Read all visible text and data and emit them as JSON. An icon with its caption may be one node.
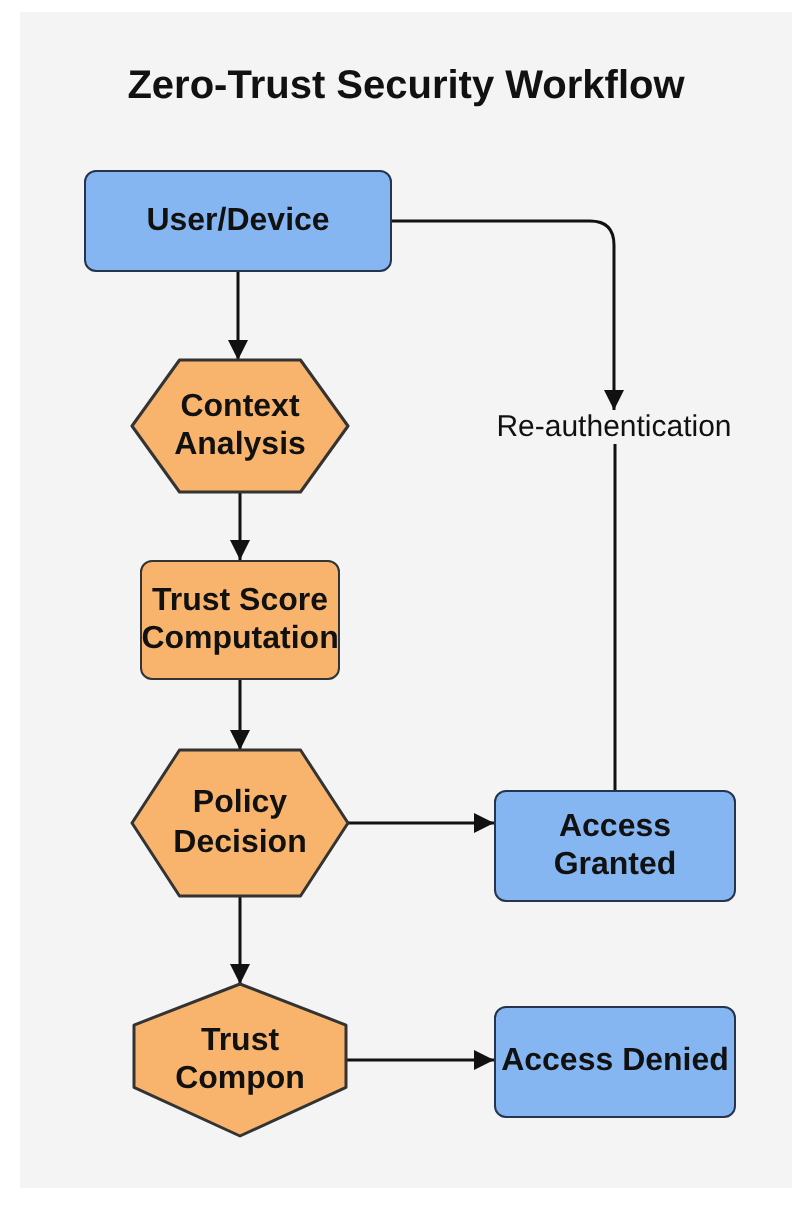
{
  "diagram": {
    "title": "Zero-Trust Security Workflow",
    "nodes": [
      {
        "text": [
          "User/Device"
        ]
      },
      {
        "text": [
          "Re-authentication"
        ]
      },
      {
        "text": [
          "Context Analysis"
        ]
      },
      {
        "text": [
          "Trust Score Computation"
        ]
      },
      {
        "text": [
          "Policy Decision"
        ]
      },
      {
        "text": [
          "Access Granted"
        ]
      },
      {
        "text": [
          "Trust Compon"
        ]
      },
      {
        "text": [
          "Access Denied"
        ]
      }
    ],
    "edges": [
      {
        "from": 0,
        "to": 2,
        "arrow": "to"
      },
      {
        "from": 2,
        "to": 3,
        "arrow": "to"
      },
      {
        "from": 3,
        "to": 4,
        "arrow": "to"
      },
      {
        "from": 4,
        "to": 5,
        "arrow": "to"
      },
      {
        "from": 4,
        "to": 6,
        "arrow": "to"
      },
      {
        "from": 6,
        "to": 7,
        "arrow": "to"
      },
      {
        "from": 0,
        "to": 1,
        "arrow": "to"
      },
      {
        "from": 5,
        "to": 1,
        "arrow": "none"
      }
    ]
  }
}
